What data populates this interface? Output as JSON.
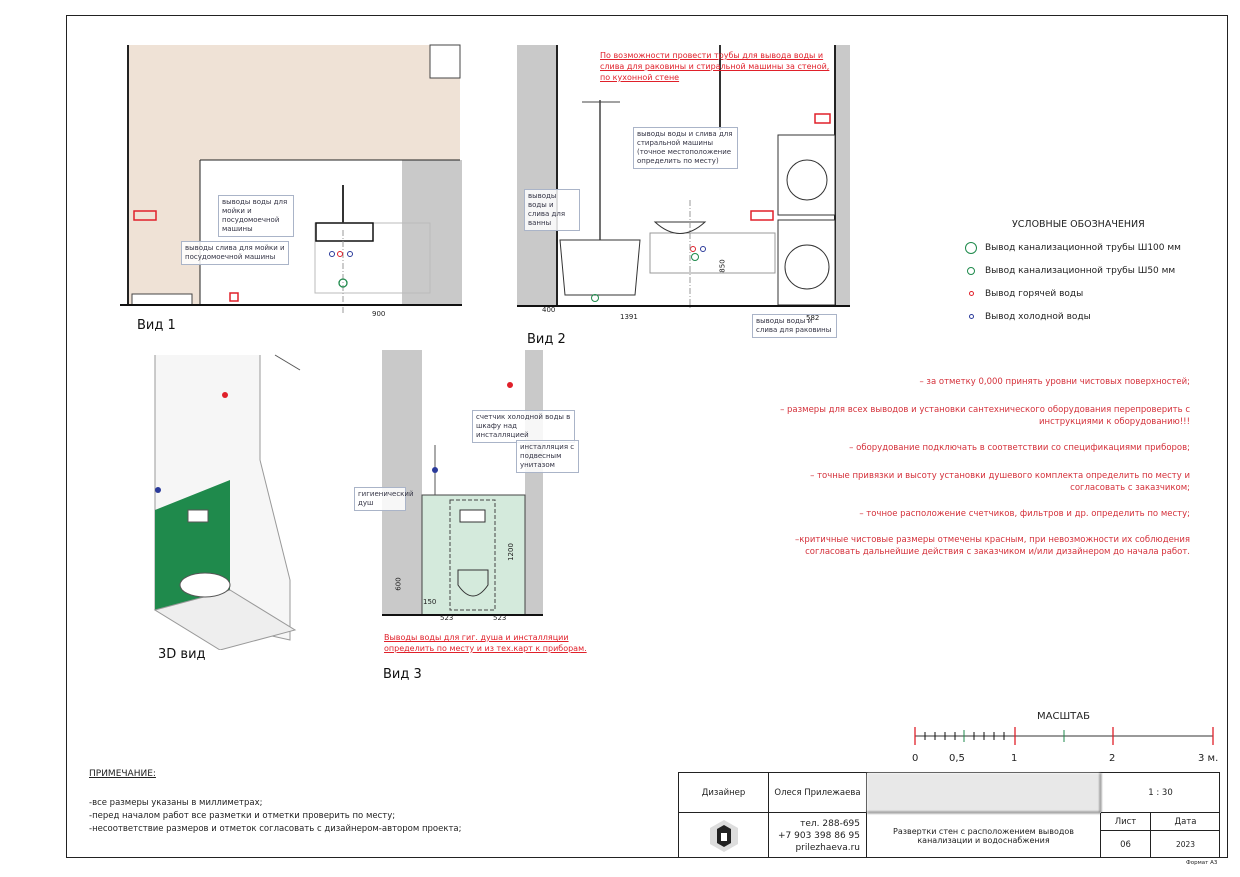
{
  "views": {
    "v1": {
      "label": "Вид 1",
      "dim": "900",
      "callout_water": "выводы воды для мойки и посудомоечной машины",
      "callout_drain": "выводы слива для мойки и посудомоечной машины"
    },
    "v2": {
      "label": "Вид 2",
      "dims": [
        "400",
        "1391",
        "850",
        "582"
      ],
      "red_note": "По возможности провести трубы для вывода воды и слива для раковины и стиральной машины за стеной, по кухонной стене",
      "callout_washer": "выводы воды и слива для стиральной машины (точное местоположение определить по месту)",
      "callout_bath": "выводы воды и слива для ванны",
      "callout_sink": "выводы воды и слива для раковины"
    },
    "v3d": {
      "label": "3D вид"
    },
    "v3": {
      "label": "Вид 3",
      "dims": [
        "600",
        "150",
        "1200",
        "523",
        "523"
      ],
      "callout_meter": "счетчик холодной воды в шкафу над инсталляцией",
      "callout_install": "инсталляция с подвесным унитазом",
      "callout_hyg": "гигиенический душ",
      "red_note": "Выводы воды для гиг. душа и инсталляции определить по месту и из тех.карт к приборам."
    }
  },
  "legend": {
    "title": "УСЛОВНЫЕ ОБОЗНАЧЕНИЯ",
    "items": [
      {
        "label": "Вывод канализационной трубы Ш100 мм",
        "color": "#1f8a4c",
        "icon": "large-green-circle"
      },
      {
        "label": "Вывод канализационной трубы Ш50 мм",
        "color": "#1f8a4c",
        "icon": "small-green-circle"
      },
      {
        "label": "Вывод горячей воды",
        "color": "#e0202a",
        "icon": "red-dot"
      },
      {
        "label": "Вывод холодной воды",
        "color": "#2a3a9a",
        "icon": "blue-dot"
      }
    ]
  },
  "requirements": [
    "– за отметку 0,000 принять уровни чистовых поверхностей;",
    "– размеры для всех выводов и установки сантехнического оборудования перепроверить с инструкциями к оборудованию!!!",
    "– оборудование подключать в соответствии со спецификациями приборов;",
    "– точные привязки и высоту установки душевого комплекта определить по месту и согласовать  с заказчиком;",
    "– точное расположение счетчиков, фильтров и др. определить по месту;",
    "–критичные чистовые размеры отмечены красным, при невозможности их соблюдения согласовать дальнейшие действия с заказчиком и/или дизайнером до начала работ."
  ],
  "scale_bar": {
    "title": "МАСШТАБ",
    "ticks": [
      "0",
      "0,5",
      "1",
      "2",
      "3 м."
    ]
  },
  "notes": {
    "title": "ПРИМЕЧАНИЕ:",
    "items": [
      "-все размеры указаны в миллиметрах;",
      "-перед началом работ все разметки и отметки проверить по месту;",
      "-несоответствие размеров и отметок согласовать с дизайнером-автором проекта;"
    ]
  },
  "title_block": {
    "role": "Дизайнер",
    "name": "Олеся Прилежаева",
    "scale": "1 : 30",
    "phone1": "тел. 288-695",
    "phone2": "+7 903 398 86 95",
    "site": "prilezhaeva.ru",
    "sheet_title": "Развертки стен с расположением выводов канализации и водоснабжения",
    "sheet_label": "Лист",
    "sheet_no": "06",
    "date_label": "Дата",
    "date": "2023"
  },
  "format": "Формат А3"
}
